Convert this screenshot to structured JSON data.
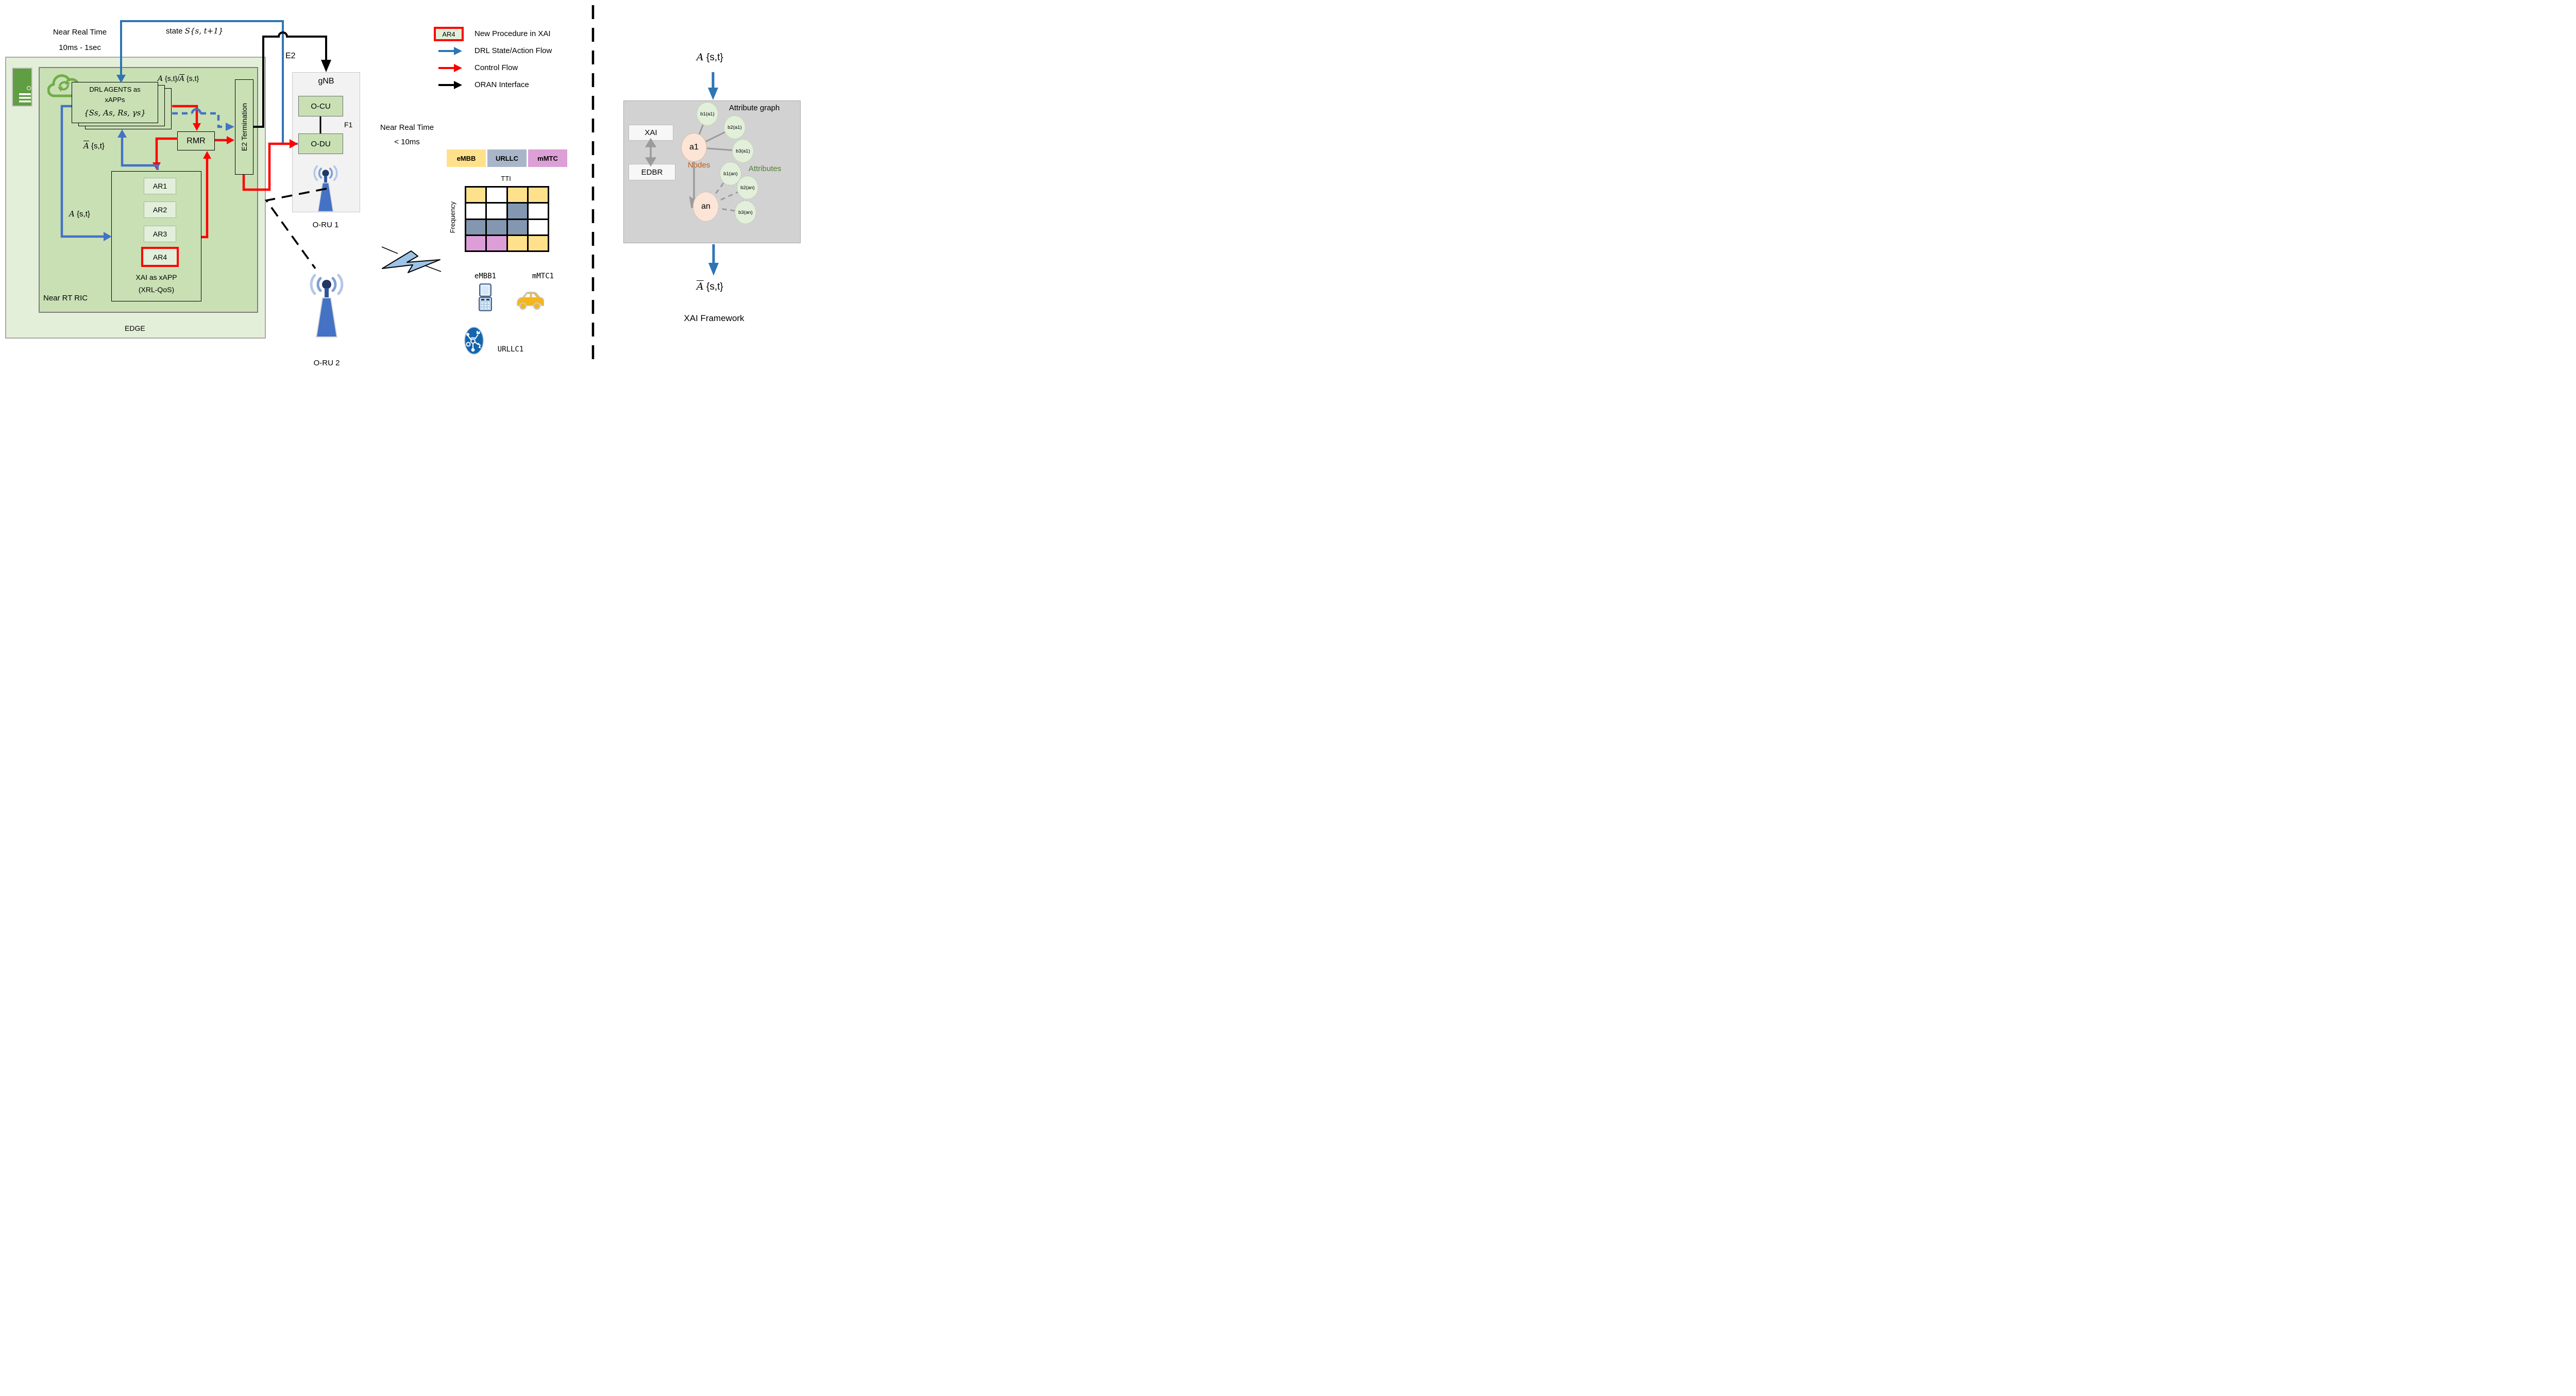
{
  "edge": {
    "label": "EDGE",
    "near_rt_ric_label": "Near RT RIC",
    "timing_title": "Near Real Time",
    "timing_sub": "10ms - 1sec"
  },
  "state_label": {
    "prefix": "state ",
    "sym": "S",
    "rest": "{s, t+1}"
  },
  "drl": {
    "line1": "DRL AGENTS as",
    "line2": "xAPPs",
    "tuple": "{Ss, As, Rs, γs}"
  },
  "action_top": {
    "i1": "A",
    "r1": " {s,t}/",
    "i2": "A",
    "r2": " {s,t}"
  },
  "abar_left": {
    "i": "A",
    "rest": " {s,t}"
  },
  "a_left": {
    "i": "A",
    "rest": " {s,t}"
  },
  "rmr_label": "RMR",
  "e2_termination_label": "E2 Termination",
  "xai_xapp": {
    "procedures": [
      "AR1",
      "AR2",
      "AR3",
      "AR4"
    ],
    "caption1": "XAI as xAPP",
    "caption2": "(XRL-QoS)"
  },
  "gnb": {
    "title": "gNB",
    "ocu": "O-CU",
    "odu": "O-DU",
    "f1": "F1",
    "e2": "E2",
    "oru1": "O-RU 1",
    "oru2": "O-RU 2"
  },
  "legend": {
    "items": [
      {
        "swatch": "ar4-box",
        "box_text": "AR4",
        "label": "New Procedure in XAI"
      },
      {
        "swatch": "blue-arrow",
        "color": "#2e75b6",
        "label": "DRL State/Action Flow"
      },
      {
        "swatch": "red-arrow",
        "color": "#ff0000",
        "label": "Control Flow"
      },
      {
        "swatch": "black-arrow",
        "color": "#000000",
        "label": "ORAN Interface"
      }
    ]
  },
  "mid_timing": {
    "line1": "Near Real Time",
    "line2": "< 10ms"
  },
  "services": {
    "classes": [
      {
        "name": "eMBB",
        "color": "#FFE18C"
      },
      {
        "name": "URLLC",
        "color": "#A9B6C9"
      },
      {
        "name": "mMTC",
        "color": "#DC9FD6"
      }
    ]
  },
  "chart_data": {
    "type": "heatmap",
    "xlabel": "TTI",
    "ylabel": "Frequency",
    "legend": [
      "eMBB",
      "URLLC",
      "mMTC"
    ],
    "legend_position": "top",
    "grid": "on",
    "colors": {
      "eMBB": "#FFE18C",
      "URLLC": "#8497B0",
      "mMTC": "#DD9ED8",
      "empty": "#FFFFFF"
    },
    "cells": [
      [
        "eMBB",
        "empty",
        "eMBB",
        "eMBB"
      ],
      [
        "empty",
        "empty",
        "URLLC",
        "empty"
      ],
      [
        "URLLC",
        "URLLC",
        "URLLC",
        "empty"
      ],
      [
        "mMTC",
        "mMTC",
        "eMBB",
        "eMBB"
      ]
    ]
  },
  "devices": [
    {
      "name": "eMBB1",
      "icon": "flip-phone-icon"
    },
    {
      "name": "mMTC1",
      "icon": "car-icon"
    },
    {
      "name": "URLLC1",
      "icon": "iot-machines-icon"
    }
  ],
  "xai_framework": {
    "input": {
      "i": "A",
      "rest": " {s,t}"
    },
    "output": {
      "i": "A",
      "rest": " {s,t}"
    },
    "graph_title": "Attribute graph",
    "xai": "XAI",
    "edbr": "EDBR",
    "nodes_caption": "Nodes",
    "attrs_caption": "Attributes",
    "nodes": [
      {
        "label": "a1"
      },
      {
        "label": "an"
      }
    ],
    "attrs": [
      {
        "label": "b1(a1)"
      },
      {
        "label": "b2(a1)"
      },
      {
        "label": "b3(a1)"
      },
      {
        "label": "b1(an)"
      },
      {
        "label": "b2(an)"
      },
      {
        "label": "b3(an)"
      }
    ],
    "framework_caption": "XAI Framework"
  }
}
